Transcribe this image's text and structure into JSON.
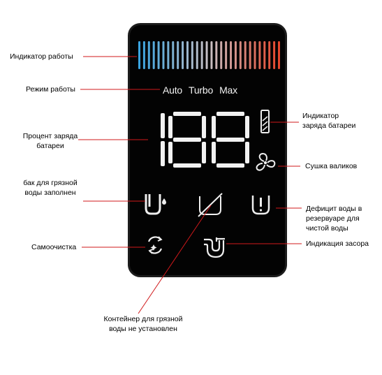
{
  "modes": [
    "Auto",
    "Turbo",
    "Max"
  ],
  "display_digits": "188",
  "colors": {
    "leader_line": "#d0191b",
    "cool": "#3aa4e0",
    "hot": "#e5462b",
    "panel": "#030303",
    "segment": "#f2f2f2"
  },
  "icons": [
    "work-indicator-bar",
    "battery-icon",
    "fan-icon",
    "dirty-water-tank-full-icon",
    "no-container-icon",
    "clean-water-shortage-icon",
    "self-cleaning-icon",
    "clog-icon"
  ],
  "labels": {
    "work_indicator": "Индикатор работы",
    "work_mode": "Режим работы",
    "battery_percent": "Процент заряда\nбатареи",
    "dirty_tank_full": "бак для грязной\nводы заполнен",
    "self_cleaning": "Самоочистка",
    "battery_indicator": "Индикатор\nзаряда батареи",
    "roller_drying": "Сушка валиков",
    "clean_water_shortage": "Дефицит воды в\nрезервуаре для\nчистой воды",
    "clog_indication": "Индикация засора",
    "container_missing": "Контейнер для грязной\nводы не установлен"
  }
}
